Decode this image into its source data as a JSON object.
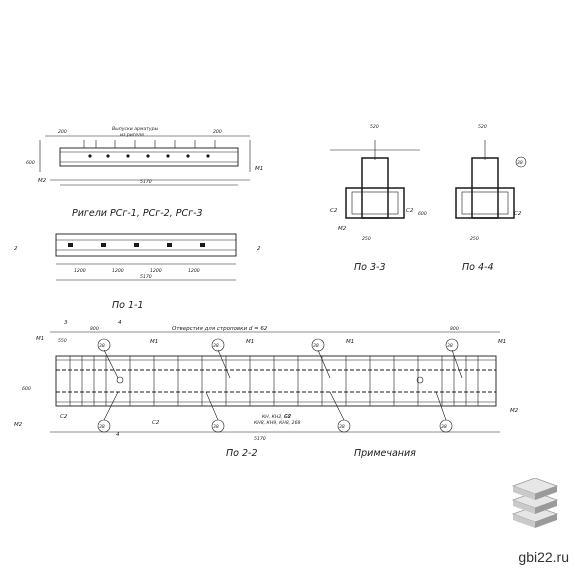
{
  "titles": {
    "rigeli": "Ригели РСг-1, РСг-2, РСг-3",
    "po_1_1": "По 1-1",
    "po_2_2": "По 2-2",
    "po_3_3": "По 3-3",
    "po_4_4": "По 4-4",
    "primechaniya": "Примечания",
    "otverstiya": "Отверстия  для  строповки  d = 62"
  },
  "annotations": {
    "vypuski": "Выпуски арматуры",
    "iz_rigelya": "из ригеля",
    "kn_a": "КН, КН2, Б6",
    "kn_b": "КН8, КН9, КН8, 268"
  },
  "dims": {
    "d5170": "5170",
    "d600": "600",
    "d200": "200",
    "d520": "520",
    "d200b": "200",
    "d520b": "520",
    "d250": "250",
    "d250b": "250",
    "d1200": "1200",
    "d1200b": "1200",
    "d1200c": "1200",
    "d1200d": "1200",
    "d800": "800",
    "d800b": "800",
    "d550": "550"
  },
  "marks": {
    "sec3": "3",
    "sec4": "4",
    "sec4b": "4",
    "sec2": "2",
    "sec2b": "2",
    "m1": "М1",
    "m1b": "М1",
    "m1c": "М1",
    "m1d": "М1",
    "m2": "М2",
    "m2b": "М2",
    "c2": "С2",
    "c2b": "С2",
    "c2c": "С2",
    "c2d": "С2",
    "c2e": "С2",
    "c2f": "С2",
    "n38": "38"
  },
  "watermark": "gbi22.ru",
  "colors": {
    "ink": "#1a1a1a",
    "background": "#ffffff",
    "logo_light": "#e6e6e6",
    "logo_mid": "#c9c9c9",
    "logo_dark": "#9a9a9a"
  },
  "icons": {
    "logo": "stacked-slabs-icon"
  }
}
